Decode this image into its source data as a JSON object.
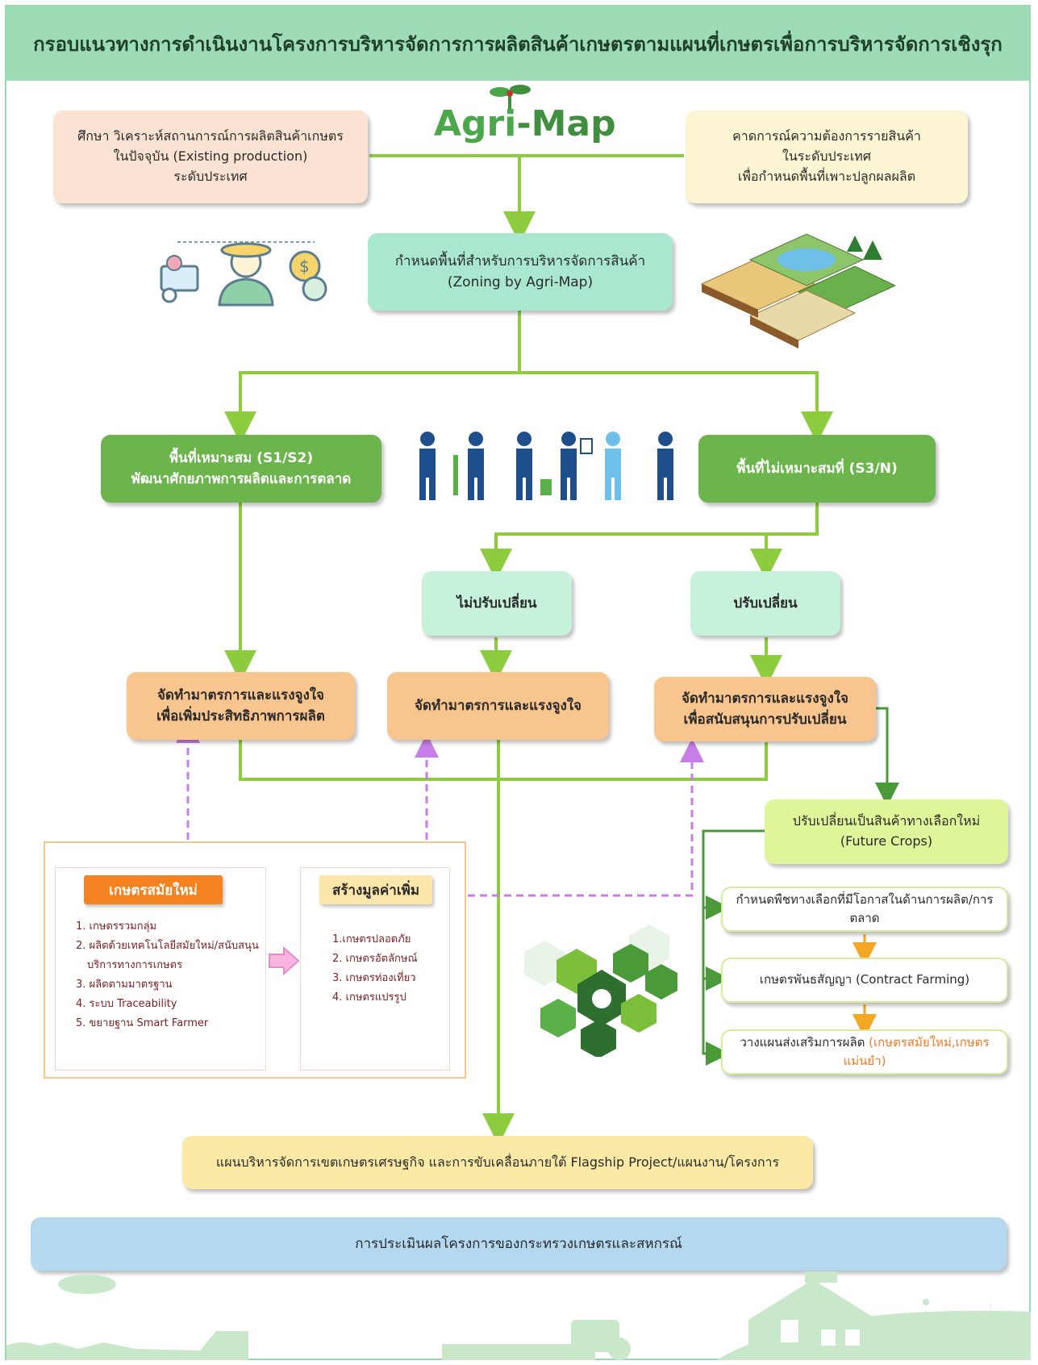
{
  "header": {
    "title": "กรอบแนวทางการดำเนินงานโครงการบริหารจัดการการผลิตสินค้าเกษตรตามแผนที่เกษตรเพื่อการบริหารจัดการเชิงรุก"
  },
  "logo": {
    "part1": "Agri",
    "part2": "-Map"
  },
  "existing_box": {
    "line1": "ศึกษา วิเคราะห์สถานการณ์การผลิตสินค้าเกษตร",
    "line2": "ในปัจจุบัน (Existing production)",
    "line3": "ระดับประเทศ"
  },
  "demand_box": {
    "line1": "คาดการณ์ความต้องการรายสินค้า",
    "line2": "ในระดับประเทศ",
    "line3": "เพื่อกำหนดพื้นที่เพาะปลูกผลผลิต"
  },
  "zoning_box": {
    "line1": "กำหนดพื้นที่สำหรับการบริหารจัดการสินค้า",
    "line2": "(Zoning by Agri-Map)"
  },
  "suitable_box": {
    "line1": "พื้นที่เหมาะสม (S1/S2)",
    "line2": "พัฒนาศักยภาพการผลิตและการตลาด"
  },
  "unsuitable_box": {
    "line1": "พื้นที่ไม่เหมาะสมที่ (S3/N)"
  },
  "no_change_box": {
    "label": "ไม่ปรับเปลี่ยน"
  },
  "change_box": {
    "label": "ปรับเปลี่ยน"
  },
  "measure_left": {
    "line1": "จัดทำมาตรการและแรงจูงใจ",
    "line2": "เพื่อเพิ่มประสิทธิภาพการผลิต"
  },
  "measure_mid": {
    "line1": "จัดทำมาตรการและแรงจูงใจ"
  },
  "measure_right": {
    "line1": "จัดทำมาตรการและแรงจูงใจ",
    "line2": "เพื่อสนับสนุนการปรับเปลี่ยน"
  },
  "future_crops": {
    "line1": "ปรับเปลี่ยนเป็นสินค้าทางเลือกใหม่",
    "line2": "(Future Crops)"
  },
  "alt_crops": {
    "label": "กำหนดพืชทางเลือกที่มีโอกาสในด้านการผลิต/การตลาด"
  },
  "contract": {
    "label": "เกษตรพันธสัญญา (Contract Farming)"
  },
  "promote": {
    "label": "วางแผนส่งเสริมการผลิต",
    "highlight": "(เกษตรสมัยใหม่,เกษตรแม่นยำ)"
  },
  "modern_farm": {
    "title": "เกษตรสมัยใหม่",
    "items": [
      "1. เกษตรรวมกลุ่ม",
      "2. ผลิตด้วยเทคโนโลยีสมัยใหม่/สนับสนุน",
      "    บริการทางการเกษตร",
      "3. ผลิตตามมาตรฐาน",
      "4. ระบบ Traceability",
      "5. ขยายฐาน Smart Farmer"
    ]
  },
  "value_add": {
    "title": "สร้างมูลค่าเพิ่ม",
    "items": [
      "1.เกษตรปลอดภัย",
      "2. เกษตรอัตลักษณ์",
      "3. เกษตรท่องเที่ยว",
      "4. เกษตรแปรรูป"
    ]
  },
  "plan_box": {
    "label": "แผนบริหารจัดการเขตเกษตรเศรษฐกิจ และการขับเคลื่อนภายใต้ Flagship Project/แผนงาน/โครงการ"
  },
  "evaluation_box": {
    "label": "การประเมินผลโครงการของกระทรวงเกษตรและสหกรณ์"
  },
  "colors": {
    "line_green": "#8dcc3e",
    "dark_green": "#4a9a3a",
    "dashed_purple": "#c77ee8",
    "orange_arrow": "#f5a623"
  },
  "icons": [
    "farmer-icon",
    "money-icon",
    "cart-icon",
    "isometric-farm-icon",
    "people-group-icon",
    "smart-farm-hex-icon",
    "countryside-silhouette"
  ]
}
